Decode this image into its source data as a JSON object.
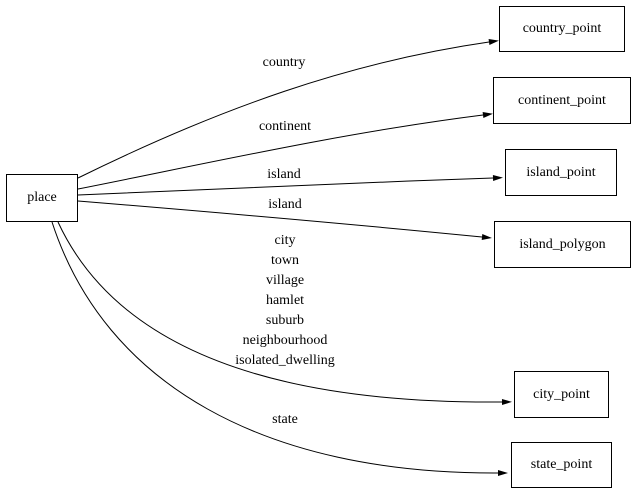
{
  "diagram": {
    "type": "directed-graph",
    "background_color": "#ffffff",
    "line_color": "#000000",
    "nodes": {
      "place": "place",
      "country_point": "country_point",
      "continent_point": "continent_point",
      "island_point": "island_point",
      "island_polygon": "island_polygon",
      "city_point": "city_point",
      "state_point": "state_point"
    },
    "edges": [
      {
        "from": "place",
        "to": "country_point",
        "label": "country"
      },
      {
        "from": "place",
        "to": "continent_point",
        "label": "continent"
      },
      {
        "from": "place",
        "to": "island_point",
        "label": "island"
      },
      {
        "from": "place",
        "to": "island_polygon",
        "label": "island"
      },
      {
        "from": "place",
        "to": "city_point",
        "label_lines": [
          "city",
          "town",
          "village",
          "hamlet",
          "suburb",
          "neighbourhood",
          "isolated_dwelling"
        ]
      },
      {
        "from": "place",
        "to": "state_point",
        "label": "state"
      }
    ]
  }
}
